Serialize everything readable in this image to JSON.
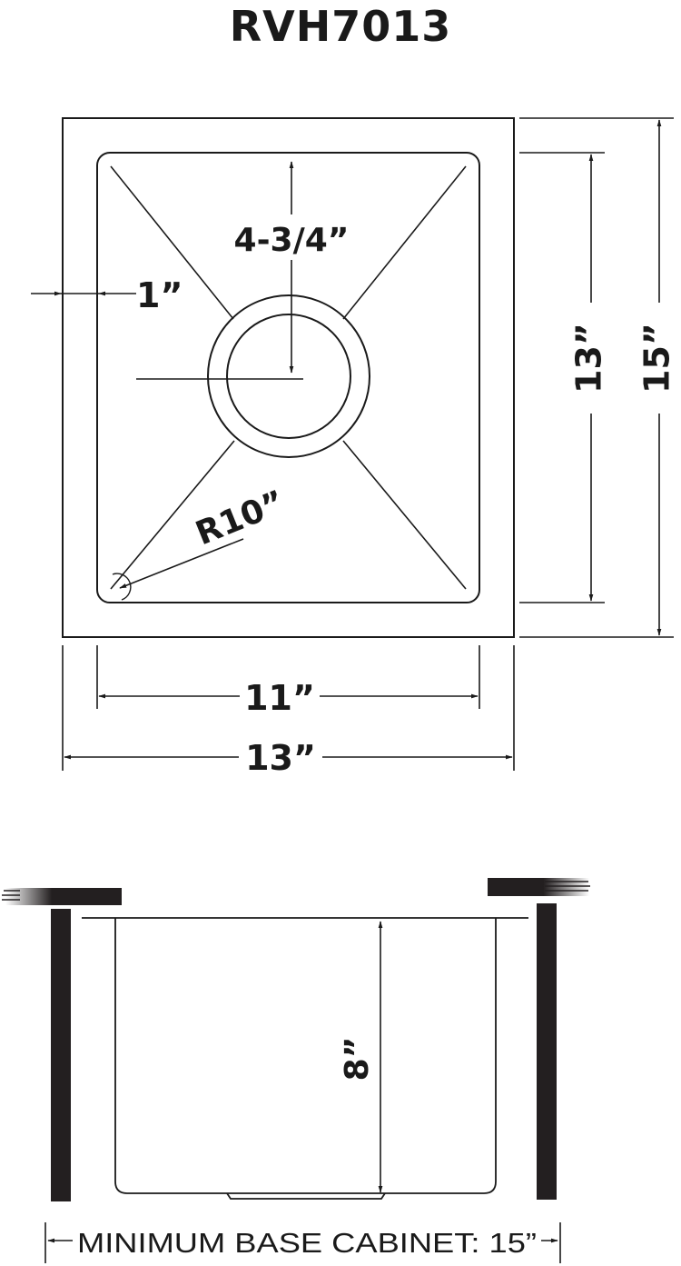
{
  "title": "RVH7013",
  "top_view": {
    "drain_offset": "4-3/4”",
    "rim_width": "1”",
    "corner_radius": "R10”",
    "bowl_length": "13”",
    "overall_length": "15”",
    "bowl_width": "11”",
    "overall_width": "13”"
  },
  "side_view": {
    "depth": "8”",
    "minimum_base_cabinet": "MINIMUM BASE CABINET: 15”"
  },
  "colors": {
    "line": "#1a1a1a",
    "counter": "#231f20",
    "background": "#ffffff"
  }
}
